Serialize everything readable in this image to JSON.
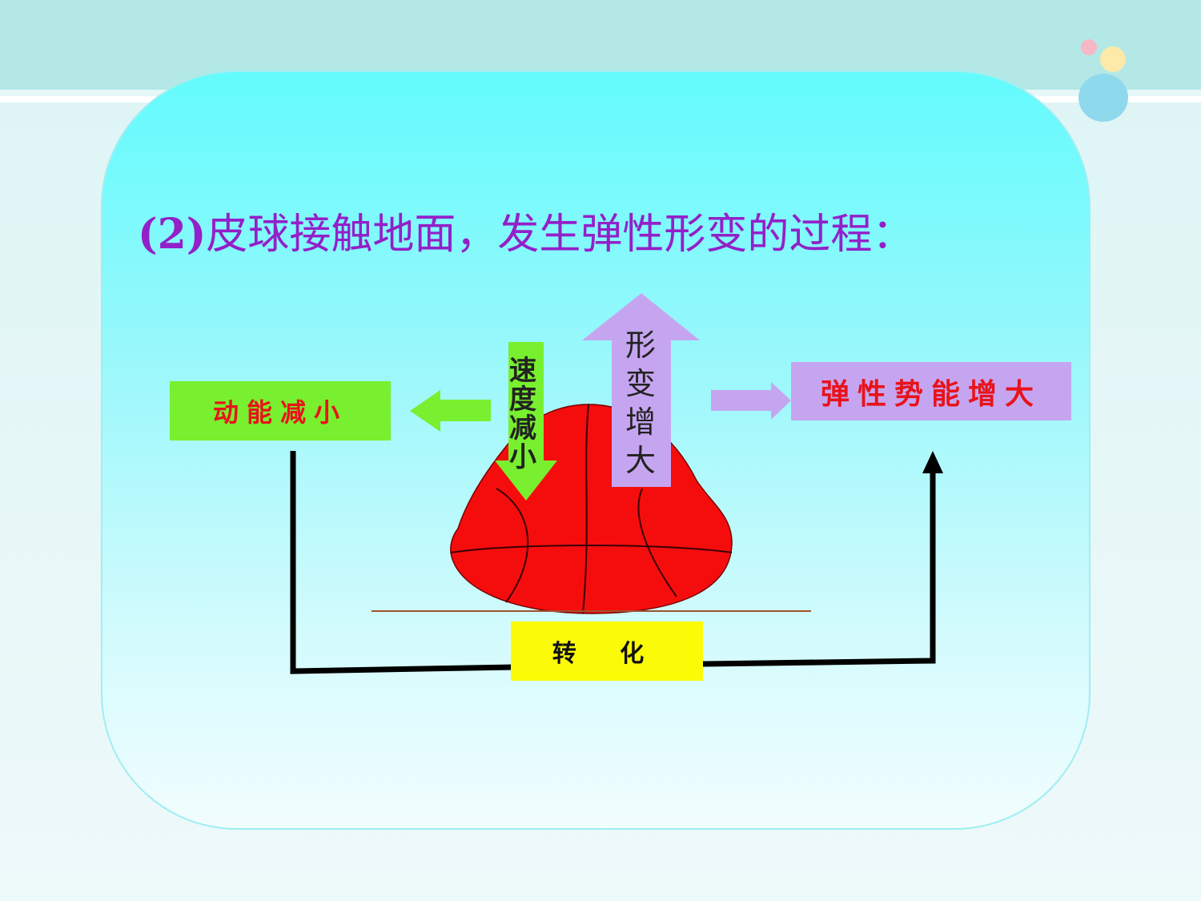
{
  "heading": {
    "number": "(2)",
    "text": "皮球接触地面，发生弹性形变的过程："
  },
  "boxes": {
    "kinetic": "动能减小",
    "elastic_pe": "弹性势能增大",
    "conversion": "转 化"
  },
  "arrows": {
    "speed_chars": [
      "速",
      "度",
      "减",
      "小"
    ],
    "deformation_chars": [
      "形",
      "变",
      "增",
      "大"
    ]
  },
  "colors": {
    "heading": "#9320c9",
    "kinetic_box": "#78f02f",
    "elastic_box": "#c6a5f0",
    "conversion_box": "#fbfb08",
    "box_text": "#e8131b",
    "ball": "#f50d0d",
    "speed_arrow": "#78f02f",
    "deformation_arrow": "#c6a5f0"
  }
}
